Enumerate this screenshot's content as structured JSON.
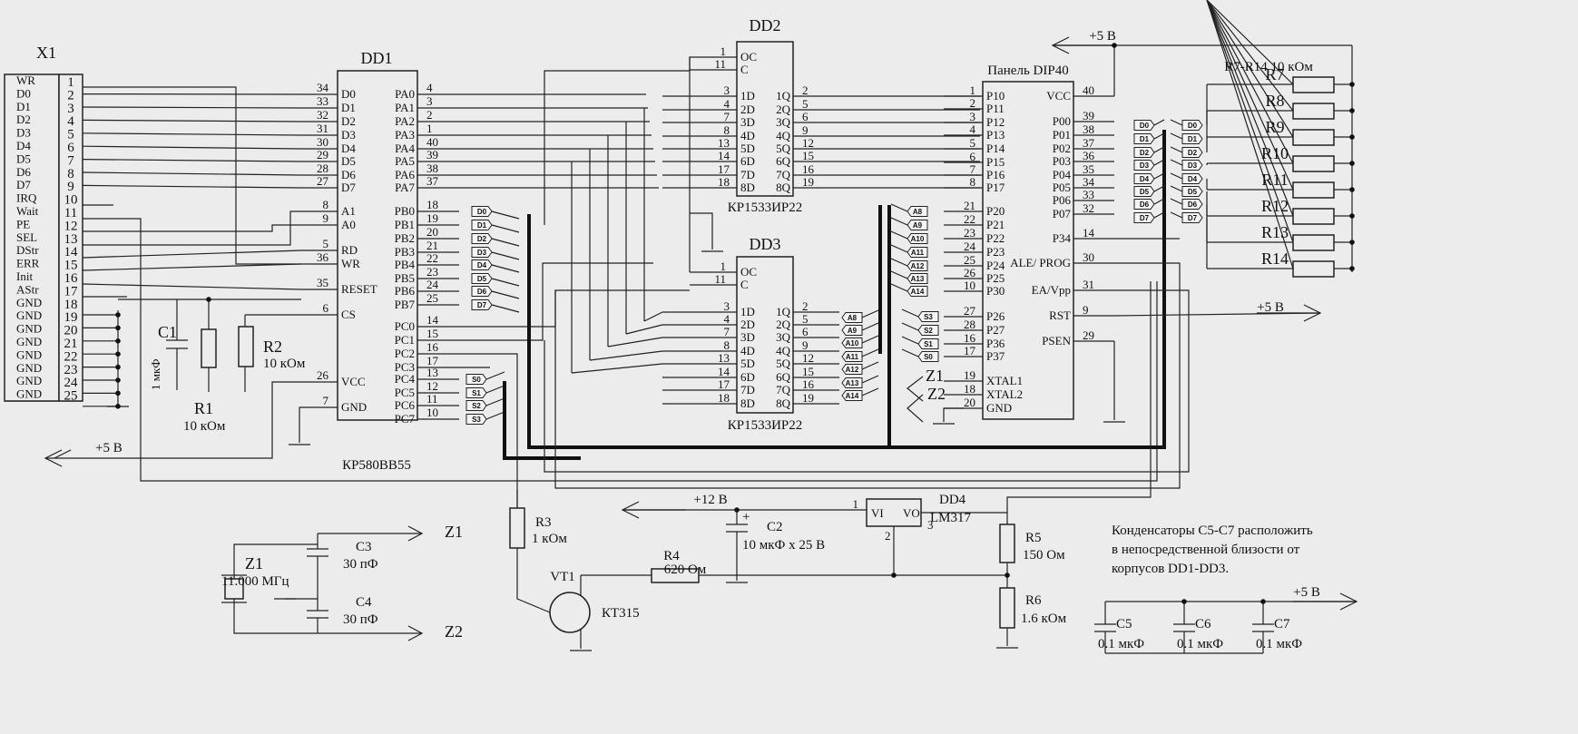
{
  "connector": {
    "ref": "X1",
    "pins": [
      {
        "name": "WR",
        "num": "1"
      },
      {
        "name": "D0",
        "num": "2"
      },
      {
        "name": "D1",
        "num": "3"
      },
      {
        "name": "D2",
        "num": "4"
      },
      {
        "name": "D3",
        "num": "5"
      },
      {
        "name": "D4",
        "num": "6"
      },
      {
        "name": "D5",
        "num": "7"
      },
      {
        "name": "D6",
        "num": "8"
      },
      {
        "name": "D7",
        "num": "9"
      },
      {
        "name": "IRQ",
        "num": "10"
      },
      {
        "name": "Wait",
        "num": "11"
      },
      {
        "name": "PE",
        "num": "12"
      },
      {
        "name": "SEL",
        "num": "13"
      },
      {
        "name": "DStr",
        "num": "14"
      },
      {
        "name": "ERR",
        "num": "15"
      },
      {
        "name": "Init",
        "num": "16"
      },
      {
        "name": "AStr",
        "num": "17"
      },
      {
        "name": "GND",
        "num": "18"
      },
      {
        "name": "GND",
        "num": "19"
      },
      {
        "name": "GND",
        "num": "20"
      },
      {
        "name": "GND",
        "num": "21"
      },
      {
        "name": "GND",
        "num": "22"
      },
      {
        "name": "GND",
        "num": "23"
      },
      {
        "name": "GND",
        "num": "24"
      },
      {
        "name": "GND",
        "num": "25"
      }
    ]
  },
  "dd1": {
    "ref": "DD1",
    "part": "КР580ВВ55",
    "left_pins": [
      {
        "num": "34",
        "name": "D0"
      },
      {
        "num": "33",
        "name": "D1"
      },
      {
        "num": "32",
        "name": "D2"
      },
      {
        "num": "31",
        "name": "D3"
      },
      {
        "num": "30",
        "name": "D4"
      },
      {
        "num": "29",
        "name": "D5"
      },
      {
        "num": "28",
        "name": "D6"
      },
      {
        "num": "27",
        "name": "D7"
      },
      {
        "num": "8",
        "name": "A1"
      },
      {
        "num": "9",
        "name": "A0"
      },
      {
        "num": "5",
        "name": "RD"
      },
      {
        "num": "36",
        "name": "WR"
      },
      {
        "num": "35",
        "name": "RESET"
      },
      {
        "num": "6",
        "name": "CS"
      },
      {
        "num": "26",
        "name": "VCC"
      },
      {
        "num": "7",
        "name": "GND"
      }
    ],
    "right_pins": [
      {
        "num": "4",
        "name": "PA0"
      },
      {
        "num": "3",
        "name": "PA1"
      },
      {
        "num": "2",
        "name": "PA2"
      },
      {
        "num": "1",
        "name": "PA3"
      },
      {
        "num": "40",
        "name": "PA4"
      },
      {
        "num": "39",
        "name": "PA5"
      },
      {
        "num": "38",
        "name": "PA6"
      },
      {
        "num": "37",
        "name": "PA7"
      },
      {
        "num": "18",
        "name": "PB0"
      },
      {
        "num": "19",
        "name": "PB1"
      },
      {
        "num": "20",
        "name": "PB2"
      },
      {
        "num": "21",
        "name": "PB3"
      },
      {
        "num": "22",
        "name": "PB4"
      },
      {
        "num": "23",
        "name": "PB5"
      },
      {
        "num": "24",
        "name": "PB6"
      },
      {
        "num": "25",
        "name": "PB7"
      },
      {
        "num": "14",
        "name": "PC0"
      },
      {
        "num": "15",
        "name": "PC1"
      },
      {
        "num": "16",
        "name": "PC2"
      },
      {
        "num": "17",
        "name": "PC3"
      },
      {
        "num": "13",
        "name": "PC4"
      },
      {
        "num": "12",
        "name": "PC5"
      },
      {
        "num": "11",
        "name": "PC6"
      },
      {
        "num": "10",
        "name": "PC7"
      }
    ],
    "pb_tags": [
      "D0",
      "D1",
      "D2",
      "D3",
      "D4",
      "D5",
      "D6",
      "D7"
    ],
    "pc_tags": [
      "S0",
      "S1",
      "S2",
      "S3"
    ]
  },
  "dd2": {
    "ref": "DD2",
    "part": "КР1533ИР22",
    "ctrl": [
      {
        "num": "1",
        "name": "OC"
      },
      {
        "num": "11",
        "name": "C"
      }
    ],
    "inputs": [
      {
        "num": "3",
        "name": "1D"
      },
      {
        "num": "4",
        "name": "2D"
      },
      {
        "num": "7",
        "name": "3D"
      },
      {
        "num": "8",
        "name": "4D"
      },
      {
        "num": "13",
        "name": "5D"
      },
      {
        "num": "14",
        "name": "6D"
      },
      {
        "num": "17",
        "name": "7D"
      },
      {
        "num": "18",
        "name": "8D"
      }
    ],
    "outputs": [
      {
        "num": "2",
        "name": "1Q"
      },
      {
        "num": "5",
        "name": "2Q"
      },
      {
        "num": "6",
        "name": "3Q"
      },
      {
        "num": "9",
        "name": "4Q"
      },
      {
        "num": "12",
        "name": "5Q"
      },
      {
        "num": "15",
        "name": "6Q"
      },
      {
        "num": "16",
        "name": "7Q"
      },
      {
        "num": "19",
        "name": "8Q"
      }
    ]
  },
  "dd3": {
    "ref": "DD3",
    "part": "КР1533ИР22",
    "ctrl": [
      {
        "num": "1",
        "name": "OC"
      },
      {
        "num": "11",
        "name": "C"
      }
    ],
    "inputs": [
      {
        "num": "3",
        "name": "1D"
      },
      {
        "num": "4",
        "name": "2D"
      },
      {
        "num": "7",
        "name": "3D"
      },
      {
        "num": "8",
        "name": "4D"
      },
      {
        "num": "13",
        "name": "5D"
      },
      {
        "num": "14",
        "name": "6D"
      },
      {
        "num": "17",
        "name": "7D"
      },
      {
        "num": "18",
        "name": "8D"
      }
    ],
    "outputs": [
      {
        "num": "2",
        "name": "1Q"
      },
      {
        "num": "5",
        "name": "2Q"
      },
      {
        "num": "6",
        "name": "3Q"
      },
      {
        "num": "9",
        "name": "4Q"
      },
      {
        "num": "12",
        "name": "5Q"
      },
      {
        "num": "15",
        "name": "6Q"
      },
      {
        "num": "16",
        "name": "7Q"
      },
      {
        "num": "19",
        "name": "8Q"
      }
    ],
    "out_tags": [
      "A8",
      "A9",
      "A10",
      "A11",
      "A12",
      "A13",
      "A14"
    ]
  },
  "dip40": {
    "title": "Панель DIP40",
    "left_pins": [
      {
        "num": "1",
        "name": "P10"
      },
      {
        "num": "2",
        "name": "P11"
      },
      {
        "num": "3",
        "name": "P12"
      },
      {
        "num": "4",
        "name": "P13"
      },
      {
        "num": "5",
        "name": "P14"
      },
      {
        "num": "6",
        "name": "P15"
      },
      {
        "num": "7",
        "name": "P16"
      },
      {
        "num": "8",
        "name": "P17"
      },
      {
        "num": "21",
        "name": "P20"
      },
      {
        "num": "22",
        "name": "P21"
      },
      {
        "num": "23",
        "name": "P22"
      },
      {
        "num": "24",
        "name": "P23"
      },
      {
        "num": "25",
        "name": "P24"
      },
      {
        "num": "26",
        "name": "P25"
      },
      {
        "num": "10",
        "name": "P30"
      },
      {
        "num": "27",
        "name": "P26"
      },
      {
        "num": "28",
        "name": "P27"
      },
      {
        "num": "16",
        "name": "P36"
      },
      {
        "num": "17",
        "name": "P37"
      },
      {
        "num": "19",
        "name": "XTAL1"
      },
      {
        "num": "18",
        "name": "XTAL2"
      },
      {
        "num": "20",
        "name": "GND"
      }
    ],
    "right_pins": [
      {
        "num": "40",
        "name": "VCC"
      },
      {
        "num": "39",
        "name": "P00"
      },
      {
        "num": "38",
        "name": "P01"
      },
      {
        "num": "37",
        "name": "P02"
      },
      {
        "num": "36",
        "name": "P03"
      },
      {
        "num": "35",
        "name": "P04"
      },
      {
        "num": "34",
        "name": "P05"
      },
      {
        "num": "33",
        "name": "P06"
      },
      {
        "num": "32",
        "name": "P07"
      },
      {
        "num": "14",
        "name": "P34"
      },
      {
        "num": "30",
        "name": "ALE/ PROG"
      },
      {
        "num": "31",
        "name": "EA/Vpp"
      },
      {
        "num": "9",
        "name": "RST"
      },
      {
        "num": "29",
        "name": "PSEN"
      }
    ],
    "p2_tags": [
      "A8",
      "A9",
      "A10",
      "A11",
      "A12",
      "A13",
      "A14"
    ],
    "p3_tags": [
      "S3",
      "S2",
      "S1",
      "S0"
    ],
    "p0_tags": [
      "D0",
      "D1",
      "D2",
      "D3",
      "D4",
      "D5",
      "D6",
      "D7"
    ],
    "z1": "Z1",
    "z2": "Z2"
  },
  "resistor_pack": {
    "title": "R7-R14 10 кОм",
    "items": [
      "R7",
      "R8",
      "R9",
      "R10",
      "R11",
      "R12",
      "R13",
      "R14"
    ],
    "tags": [
      "D0",
      "D1",
      "D2",
      "D3",
      "D4",
      "D5",
      "D6",
      "D7"
    ]
  },
  "power": {
    "vcc_top": "+5 В",
    "rst_label": "+5 В",
    "vcc_left": "+5 В",
    "v12": "+12 В",
    "cap_label": "+5 В"
  },
  "components": {
    "C1": {
      "ref": "C1",
      "value": "1 мкФ"
    },
    "R1": {
      "ref": "R1",
      "value": "10 кОм"
    },
    "R2": {
      "ref": "R2",
      "value": "10 кОм"
    },
    "R3": {
      "ref": "R3",
      "value": "1 кОм"
    },
    "R4": {
      "ref": "R4",
      "value": "620 Ом"
    },
    "R5": {
      "ref": "R5",
      "value": "150 Ом"
    },
    "R6": {
      "ref": "R6",
      "value": "1.6 кОм"
    },
    "C2": {
      "ref": "C2",
      "value": "10 мкФ х 25 В",
      "plus": "+"
    },
    "C3": {
      "ref": "C3",
      "value": "30 пФ"
    },
    "C4": {
      "ref": "C4",
      "value": "30 пФ"
    },
    "C5": {
      "ref": "C5",
      "value": "0.1 мкФ"
    },
    "C6": {
      "ref": "C6",
      "value": "0.1 мкФ"
    },
    "C7": {
      "ref": "C7",
      "value": "0.1 мкФ"
    },
    "Z1": {
      "ref": "Z1",
      "value": "11.000 МГц"
    },
    "VT1": {
      "ref": "VT1",
      "value": "КТ315"
    },
    "DD4": {
      "ref": "DD4",
      "value": "LM317",
      "vi": "VI",
      "vo": "VO",
      "pin1": "1",
      "pin2": "2",
      "pin3": "3"
    },
    "z1_out": "Z1",
    "z2_out": "Z2"
  },
  "note": {
    "lines": [
      "Конденсаторы С5-С7 расположить",
      "в непосредственной близости от",
      "корпусов DD1-DD3."
    ]
  }
}
